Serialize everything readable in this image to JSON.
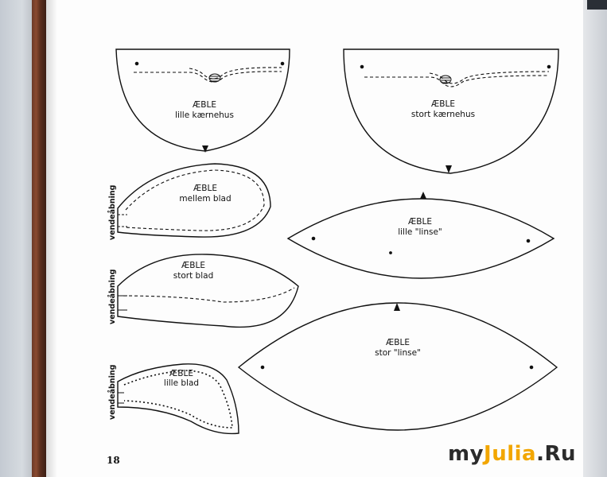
{
  "patterns": {
    "small_core": {
      "line1": "ÆBLE",
      "line2": "lille kærnehus"
    },
    "large_core": {
      "line1": "ÆBLE",
      "line2": "stort kærnehus"
    },
    "medium_leaf": {
      "line1": "ÆBLE",
      "line2": "mellem blad",
      "side": "vendeåbning"
    },
    "large_leaf": {
      "line1": "ÆBLE",
      "line2": "stort blad",
      "side": "vendeåbning"
    },
    "small_leaf": {
      "line1": "ÆBLE",
      "line2": "lille blad",
      "side": "vendeåbning"
    },
    "small_lens": {
      "line1": "ÆBLE",
      "line2": "lille \"linse\""
    },
    "large_lens": {
      "line1": "ÆBLE",
      "line2": "stor \"linse\""
    }
  },
  "page_number": "18",
  "watermark": {
    "part1": "my",
    "part2": "Julia",
    "part3": ".Ru"
  },
  "colors": {
    "spine": "#6b3a28",
    "watermark_accent": "#f2a600",
    "ink": "#111111"
  }
}
